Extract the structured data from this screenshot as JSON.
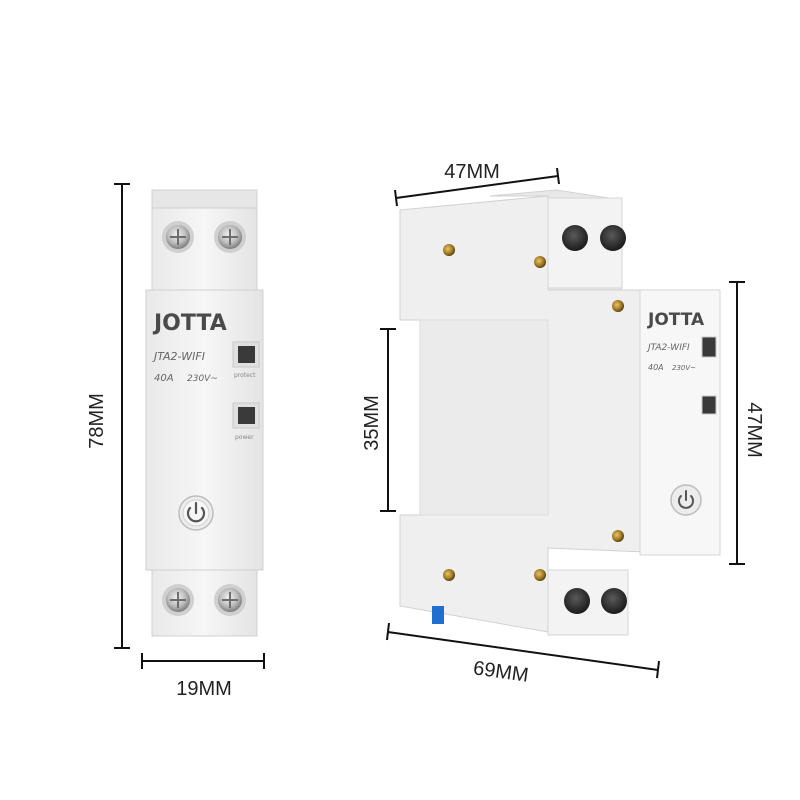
{
  "front_view": {
    "brand": "JOTTA",
    "model": "JTA2-WIFI",
    "rating_current": "40A",
    "rating_voltage": "230V~",
    "protect_label": "protect",
    "power_label": "power",
    "dim_height": "78MM",
    "dim_width": "19MM"
  },
  "side_view": {
    "brand": "JOTTA",
    "model": "JTA2-WIFI",
    "rating_current": "40A",
    "rating_voltage": "230V~",
    "dim_top": "47MM",
    "dim_left": "35MM",
    "dim_right": "47MM",
    "dim_bottom": "69MM"
  },
  "colors": {
    "body": "#f1f1f1",
    "edge": "#d6d6d6",
    "dimension_line": "#111111",
    "rivet": "#b08a2e",
    "din_clip": "#1e6fd0"
  }
}
